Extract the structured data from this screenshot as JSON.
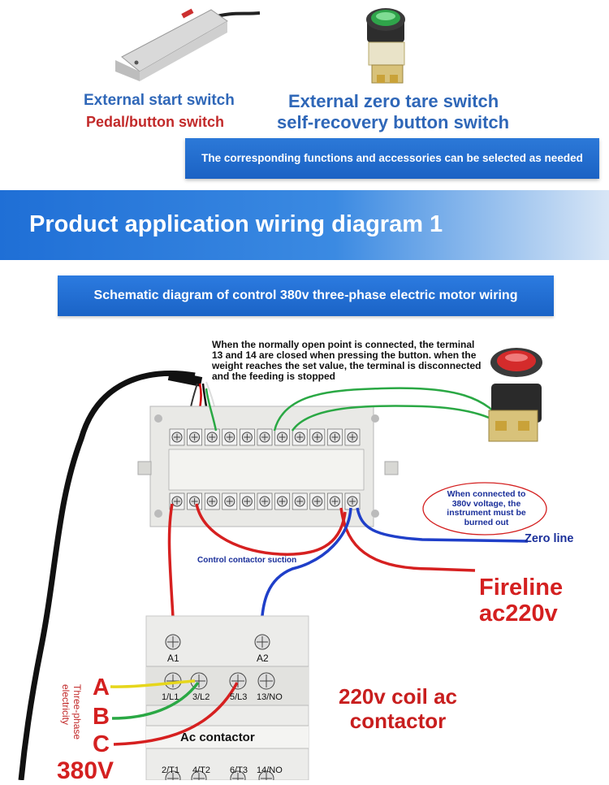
{
  "top": {
    "left_line1": "External start switch",
    "left_line2": "Pedal/button switch",
    "right_line1": "External zero tare switch",
    "right_line2": "self-recovery button switch",
    "banner_text": "The corresponding functions and accessories can be selected as needed"
  },
  "section": {
    "title": "Product application wiring diagram 1",
    "subtitle": "Schematic diagram of control 380v three-phase electric motor wiring"
  },
  "diagram": {
    "note": "When the normally open point is connected, the terminal 13 and 14 are closed when pressing the button. when the weight reaches the set value, the terminal is disconnected and the feeding is stopped",
    "burn_note": "When connected to 380v voltage, the instrument must be burned out",
    "zero_line": "Zero line",
    "fireline_1": "Fireline",
    "fireline_2": "ac220v",
    "control_contactor": "Control contactor suction",
    "coil_1": "220v coil ac",
    "coil_2": "contactor",
    "phase_A": "A",
    "phase_B": "B",
    "phase_C": "C",
    "three_phase": "Three-phase electricity",
    "voltage": "380V",
    "contactor_name": "Ac contactor",
    "terminals_top": [
      "A1",
      "A2"
    ],
    "terminals_mid": [
      "1/L1",
      "3/L2",
      "5/L3",
      "13/NO"
    ],
    "terminals_bot": [
      "2/T1",
      "4/T2",
      "6/T3",
      "14/NO"
    ]
  },
  "colors": {
    "blue_label": "#2f67b8",
    "red_label": "#c22a2a",
    "banner": "#1f6fd6",
    "wire_red": "#d62020",
    "wire_blue": "#1f3fc9",
    "wire_green": "#2aa844",
    "wire_yellow": "#e6d61c"
  }
}
